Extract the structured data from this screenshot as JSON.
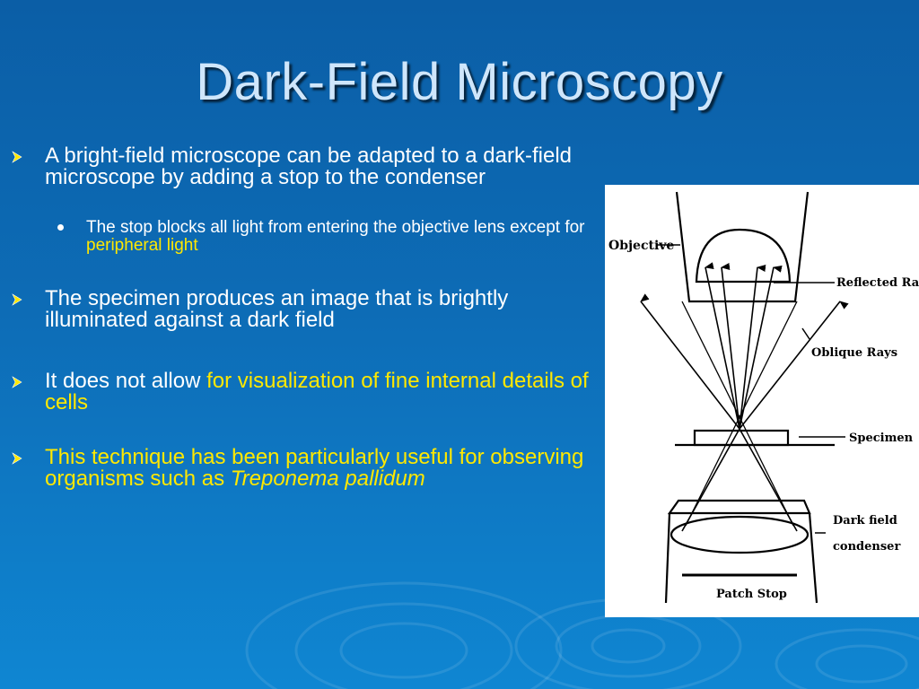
{
  "slide": {
    "title": "Dark-Field Microscopy",
    "bullets": [
      {
        "text": "A bright-field microscope can be adapted to a dark-field microscope by adding a stop to the condenser"
      },
      {
        "text_plain": "The stop blocks all light from entering the objective lens except for ",
        "text_highlight": "peripheral light"
      },
      {
        "text": "The specimen produces an image that is brightly illuminated against a dark field"
      },
      {
        "text_plain": "It does not allow ",
        "text_highlight": "for visualization of fine internal details of cells"
      },
      {
        "text_highlight": "This technique has been particularly useful for observing organisms such as ",
        "text_italic": "Treponema pallidum"
      }
    ]
  },
  "figure": {
    "labels": {
      "objective": "Objective",
      "reflected_rays": "Reflected Rays",
      "oblique_rays": "Oblique Rays",
      "specimen": "Specimen",
      "dark_field": "Dark field",
      "condenser": "condenser",
      "patch_stop": "Patch Stop"
    }
  },
  "colors": {
    "background_top": "#0b5ea6",
    "background_bottom": "#0f86d2",
    "title": "#cfe6fb",
    "highlight": "#ffe800"
  },
  "icons": {
    "bullet_level1": "arrow-bullet-icon",
    "bullet_level2": "dot-bullet-icon"
  }
}
